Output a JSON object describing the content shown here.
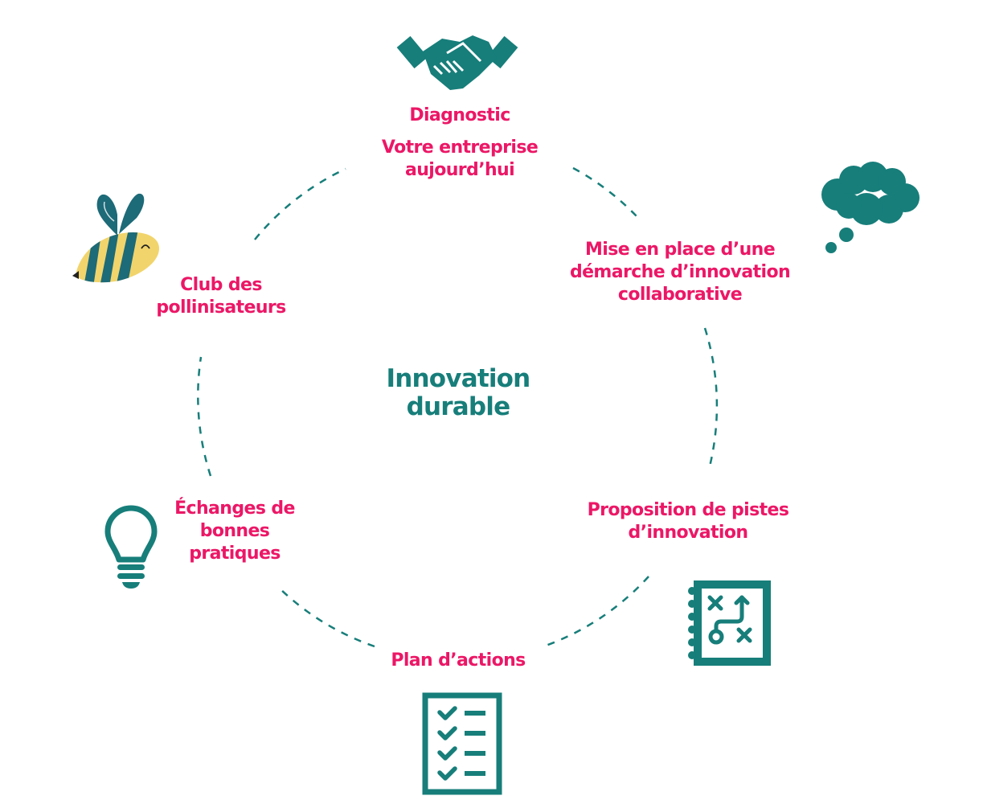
{
  "colors": {
    "accent_pink": "#ec1766",
    "teal": "#177e7a",
    "bee_stripe": "#1d6a78",
    "bee_yellow": "#f1d46c"
  },
  "center": {
    "lines": [
      "Innovation",
      "durable"
    ]
  },
  "steps": [
    {
      "id": "diagnostic",
      "icon": "handshake-icon",
      "title": "Diagnostic",
      "lines": [
        "Votre entreprise",
        "aujourd’hui"
      ]
    },
    {
      "id": "demarche",
      "icon": "thought-cloud-icon",
      "lines": [
        "Mise en place d’une",
        "démarche d’innovation",
        "collaborative"
      ]
    },
    {
      "id": "pistes",
      "icon": "strategy-board-icon",
      "lines": [
        "Proposition de pistes",
        "d’innovation"
      ]
    },
    {
      "id": "plan",
      "icon": "checklist-icon",
      "lines": [
        "Plan d’actions"
      ]
    },
    {
      "id": "echanges",
      "icon": "lightbulb-icon",
      "lines": [
        "Échanges de",
        "bonnes",
        "pratiques"
      ]
    },
    {
      "id": "club",
      "icon": "bee-icon",
      "lines": [
        "Club des",
        "pollinisateurs"
      ]
    }
  ]
}
